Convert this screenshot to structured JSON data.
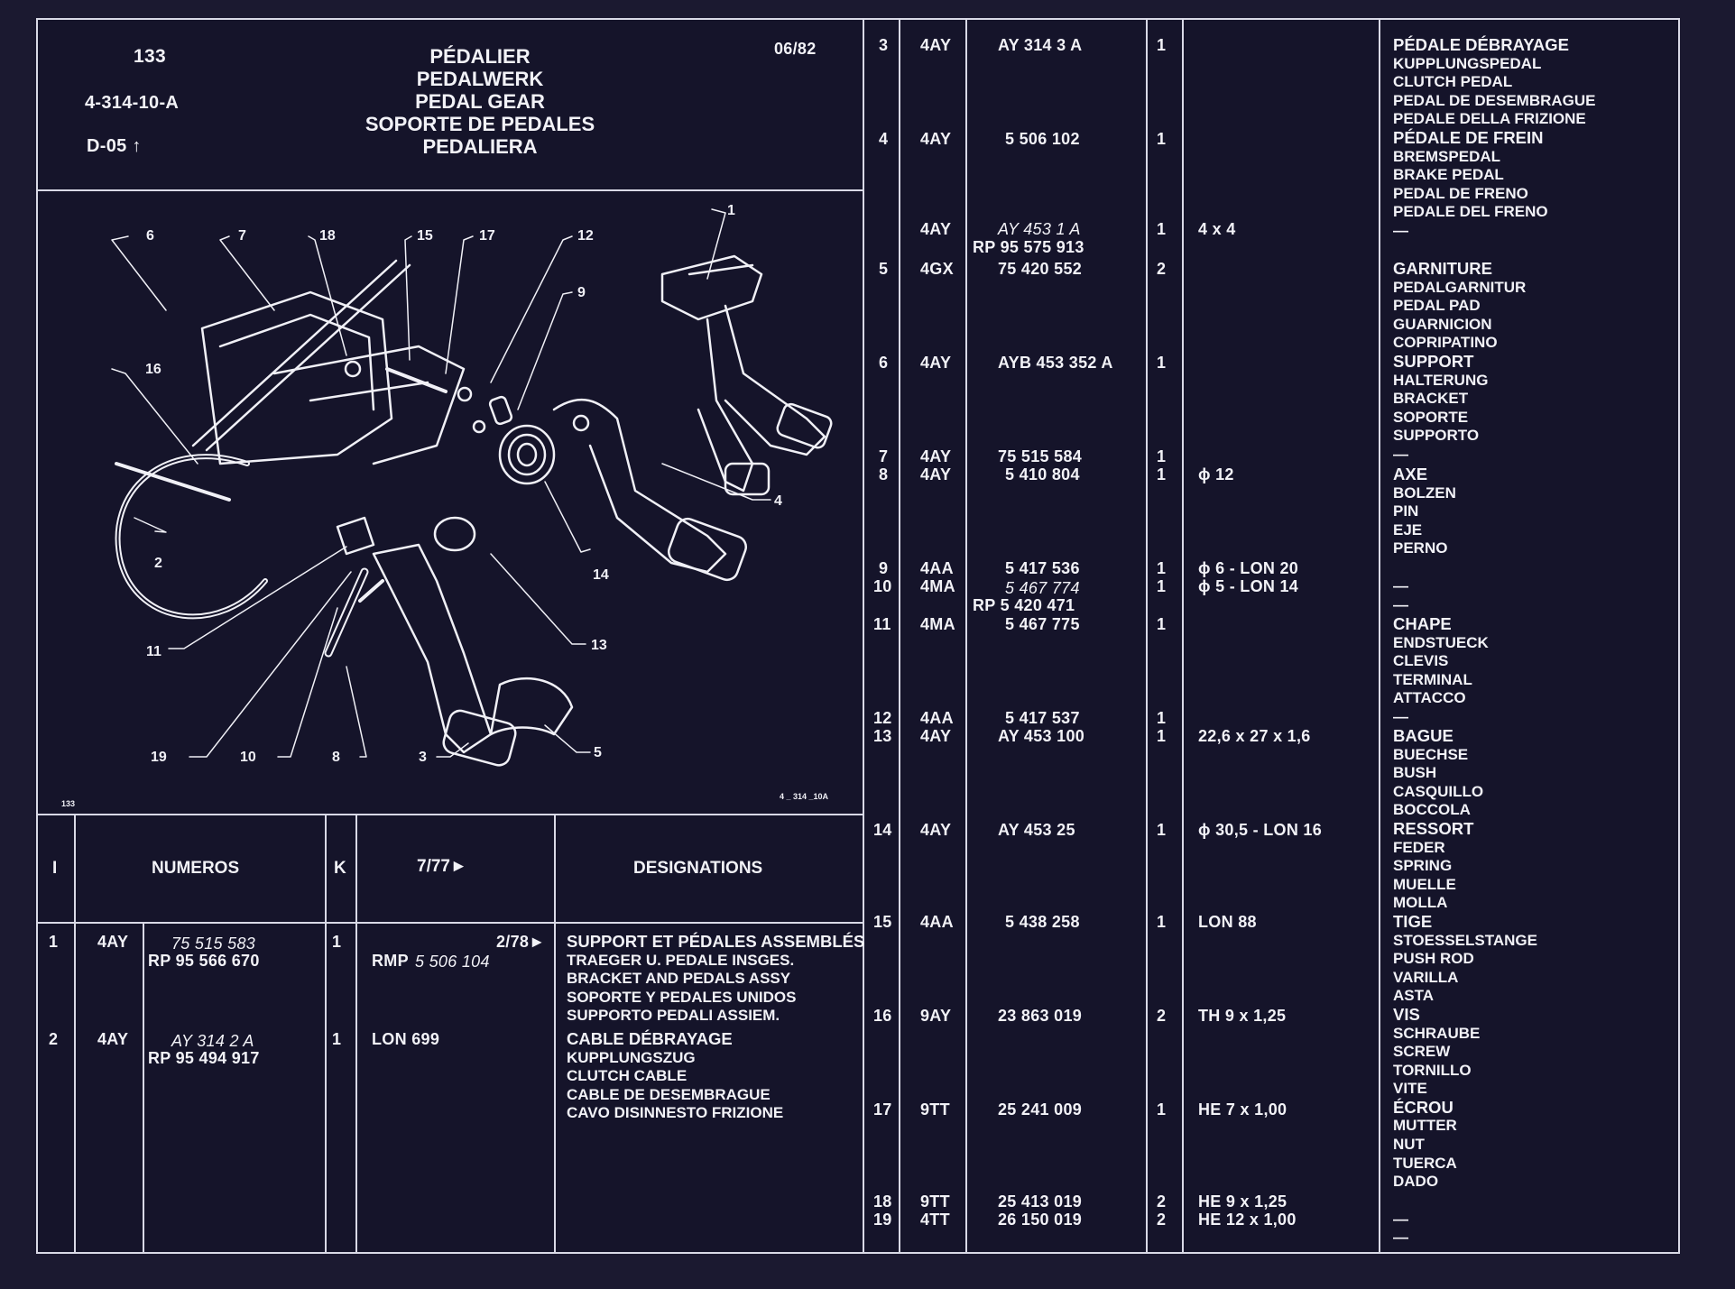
{
  "header": {
    "sheet_no": "133",
    "ref": "4-314-10-A",
    "code": "D-05 ↑",
    "date": "06/82",
    "titles": [
      "PÉDALIER",
      "PEDALWERK",
      "PEDAL GEAR",
      "SOPORTE DE PEDALES",
      "PEDALIERA"
    ]
  },
  "diagram": {
    "corner_left": "133",
    "corner_right": "4 _ 314 _10A",
    "callouts": [
      "1",
      "2",
      "3",
      "4",
      "5",
      "6",
      "7",
      "8",
      "9",
      "10",
      "11",
      "12",
      "13",
      "14",
      "15",
      "16",
      "17",
      "18",
      "19"
    ]
  },
  "table_head": {
    "col_i": "I",
    "col_numeros": "NUMEROS",
    "col_k": "K",
    "col_date": "7/77►",
    "col_designations": "DESIGNATIONS"
  },
  "left_rows": [
    {
      "item": "1",
      "grp": "4AY",
      "num": "75 515 583",
      "num2": "RP 95 566 670",
      "k": "1",
      "note": "RMP",
      "note_it": "5 506 104",
      "date": "2/78►",
      "desig": [
        "SUPPORT ET PÉDALES ASSEMBLÉS",
        "TRAEGER U. PEDALE INSGES.",
        "BRACKET AND PEDALS ASSY",
        "SOPORTE Y PEDALES UNIDOS",
        "SUPPORTO PEDALI ASSIEM."
      ]
    },
    {
      "item": "2",
      "grp": "4AY",
      "num": "AY 314    2 A",
      "num2": "RP 95 494 917",
      "k": "1",
      "note": "LON 699",
      "note_it": "",
      "date": "",
      "desig": [
        "CABLE DÉBRAYAGE",
        "KUPPLUNGSZUG",
        "CLUTCH CABLE",
        "CABLE DE DESEMBRAGUE",
        "CAVO DISINNESTO FRIZIONE"
      ]
    }
  ],
  "right_rows": [
    {
      "item": "3",
      "grp": "4AY",
      "num": "AY 314    3 A",
      "k": "1",
      "note": ""
    },
    {
      "item": "4",
      "grp": "4AY",
      "num": "5 506 102",
      "k": "1",
      "note": ""
    },
    {
      "item": "",
      "grp": "4AY",
      "num": "AY 453    1 A",
      "num2": "RP 95 575 913",
      "k": "1",
      "note": "4 x 4"
    },
    {
      "item": "5",
      "grp": "4GX",
      "num": "75 420 552",
      "k": "2",
      "note": ""
    },
    {
      "item": "6",
      "grp": "4AY",
      "num": "AYB 453 352 A",
      "k": "1",
      "note": ""
    },
    {
      "item": "7",
      "grp": "4AY",
      "num": "75 515 584",
      "k": "1",
      "note": ""
    },
    {
      "item": "8",
      "grp": "4AY",
      "num": "5 410 804",
      "k": "1",
      "note": "ϕ 12"
    },
    {
      "item": "9",
      "grp": "4AA",
      "num": "5 417 536",
      "k": "1",
      "note": "ϕ 6 - LON 20"
    },
    {
      "item": "10",
      "grp": "4MA",
      "num": "5 467 774",
      "num2": "RP  5 420 471",
      "k": "1",
      "note": "ϕ 5 - LON 14"
    },
    {
      "item": "11",
      "grp": "4MA",
      "num": "5 467 775",
      "k": "1",
      "note": ""
    },
    {
      "item": "12",
      "grp": "4AA",
      "num": "5 417 537",
      "k": "1",
      "note": ""
    },
    {
      "item": "13",
      "grp": "4AY",
      "num": "AY 453 100",
      "k": "1",
      "note": "22,6 x 27 x 1,6"
    },
    {
      "item": "14",
      "grp": "4AY",
      "num": "AY 453   25",
      "k": "1",
      "note": "ϕ 30,5 - LON 16"
    },
    {
      "item": "15",
      "grp": "4AA",
      "num": "5 438 258",
      "k": "1",
      "note": "LON 88"
    },
    {
      "item": "16",
      "grp": "9AY",
      "num": "23 863 019",
      "k": "2",
      "note": "TH 9 x 1,25"
    },
    {
      "item": "17",
      "grp": "9TT",
      "num": "25 241 009",
      "k": "1",
      "note": "HE 7 x 1,00"
    },
    {
      "item": "18",
      "grp": "9TT",
      "num": "25 413 019",
      "k": "2",
      "note": "HE 9 x 1,25"
    },
    {
      "item": "19",
      "grp": "4TT",
      "num": "26 150 019",
      "k": "2",
      "note": "HE 12 x 1,00"
    }
  ],
  "right_desig": [
    [
      "PÉDALE DÉBRAYAGE",
      "KUPPLUNGSPEDAL",
      "CLUTCH PEDAL",
      "PEDAL DE DESEMBRAGUE",
      "PEDALE DELLA FRIZIONE"
    ],
    [
      "PÉDALE DE FREIN",
      "BREMSPEDAL",
      "BRAKE PEDAL",
      "PEDAL DE FRENO",
      "PEDALE DEL FRENO",
      "—"
    ],
    [
      "GARNITURE",
      "PEDALGARNITUR",
      "PEDAL PAD",
      "GUARNICION",
      "COPRIPATINO"
    ],
    [
      "SUPPORT",
      "HALTERUNG",
      "BRACKET",
      "SOPORTE",
      "SUPPORTO",
      "—"
    ],
    [
      "AXE",
      "BOLZEN",
      "PIN",
      "EJE",
      "PERNO"
    ],
    [
      "—",
      "—"
    ],
    [
      "CHAPE",
      "ENDSTUECK",
      "CLEVIS",
      "TERMINAL",
      "ATTACCO",
      "—"
    ],
    [
      "BAGUE",
      "BUECHSE",
      "BUSH",
      "CASQUILLO",
      "BOCCOLA"
    ],
    [
      "RESSORT",
      "FEDER",
      "SPRING",
      "MUELLE",
      "MOLLA"
    ],
    [
      "TIGE",
      "STOESSELSTANGE",
      "PUSH ROD",
      "VARILLA",
      "ASTA"
    ],
    [
      "VIS",
      "SCHRAUBE",
      "SCREW",
      "TORNILLO",
      "VITE"
    ],
    [
      "ÉCROU",
      "MUTTER",
      "NUT",
      "TUERCA",
      "DADO"
    ],
    [
      "—",
      "—"
    ]
  ]
}
